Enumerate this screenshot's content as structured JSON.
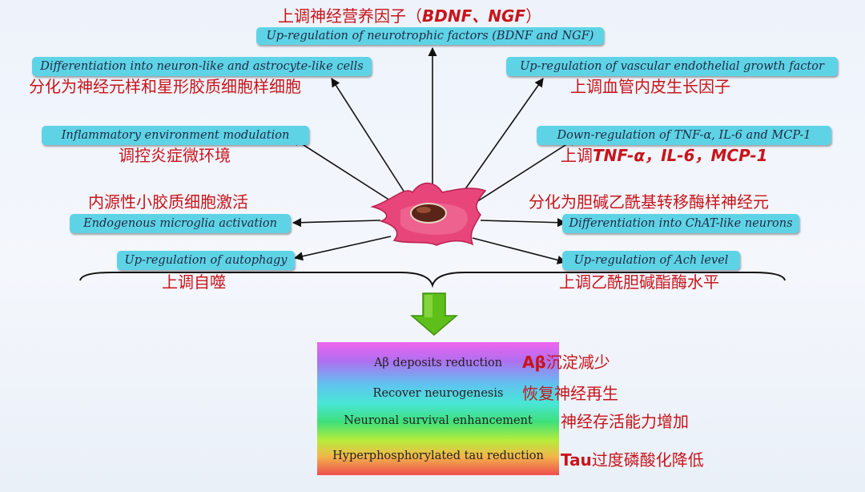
{
  "colors": {
    "box_fill": "#5fd3e6",
    "chinese_text": "#c8141b",
    "down_arrow": "#5fbf1a",
    "cell": "#e8467a"
  },
  "top_center": {
    "cn_prefix": "上调神经营养因子（",
    "cn_em": "BDNF、NGF",
    "cn_suffix": "）",
    "en": "Up-regulation of neurotrophic factors (BDNF and NGF)"
  },
  "left": [
    {
      "en": "Differentiation into neuron-like and astrocyte-like cells",
      "cn": "分化为神经元样和星形胶质细胞样细胞"
    },
    {
      "en": "Inflammatory environment modulation",
      "cn": "调控炎症微环境"
    },
    {
      "cn": "内源性小胶质细胞激活",
      "en": "Endogenous microglia activation"
    },
    {
      "en": "Up-regulation of  autophagy",
      "cn": "上调自噬"
    }
  ],
  "right": [
    {
      "en": "Up-regulation of vascular endothelial growth factor",
      "cn": "上调血管内皮生长因子"
    },
    {
      "en": "Down-regulation of TNF-α, IL-6 and MCP-1",
      "cn_prefix": "上调",
      "cn_em": "TNF-α，IL-6，MCP-1"
    },
    {
      "cn": "分化为胆碱乙酰基转移酶样神经元",
      "en": "Differentiation into ChAT-like neurons"
    },
    {
      "en": "Up-regulation of Ach level",
      "cn": "上调乙酰胆碱酯酶水平"
    }
  ],
  "outcomes": [
    {
      "en": "Aβ deposits reduction",
      "cn_bold": "Aβ",
      "cn": "沉淀减少"
    },
    {
      "en": "Recover neurogenesis",
      "cn_bold": "",
      "cn": "恢复神经再生"
    },
    {
      "en": "Neuronal survival enhancement",
      "cn_bold": "",
      "cn": "神经存活能力增加"
    },
    {
      "en": "Hyperphosphorylated tau reduction",
      "cn_bold": "Tau",
      "cn": "过度磷酸化降低"
    }
  ]
}
